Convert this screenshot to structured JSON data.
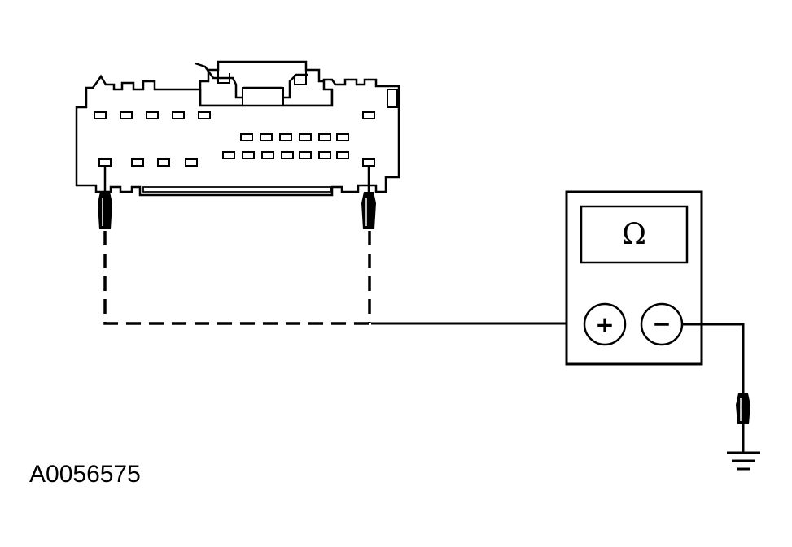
{
  "figure_id": "A0056575",
  "meter": {
    "display_symbol": "Ω",
    "positive_terminal": "+",
    "negative_terminal": "−"
  },
  "colors": {
    "ink": "#000000",
    "paper": "#ffffff"
  },
  "icons": {
    "connector": "multi-pin-connector",
    "probe": "test-probe",
    "ground": "ground-symbol"
  }
}
